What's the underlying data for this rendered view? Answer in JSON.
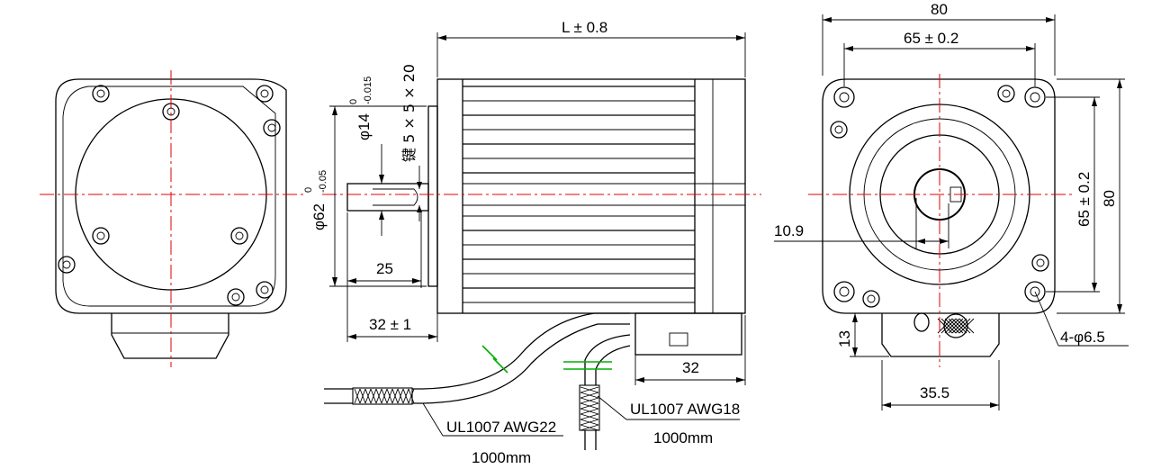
{
  "colors": {
    "outline": "#000000",
    "centerline": "#e00000",
    "ferrite": "#00b000"
  },
  "dimensions": {
    "length": "L ± 0.8",
    "width_80": "80",
    "bolt_65_top": "65 ± 0.2",
    "bolt_65_side": "65 ± 0.2",
    "height_80": "80",
    "shaft_dia": "φ14",
    "shaft_dia_tol_upper": "0",
    "shaft_dia_tol_lower": "-0.015",
    "key": "键 5 × 5 × 20",
    "pilot_dia": "φ62",
    "pilot_dia_tol_upper": "0",
    "pilot_dia_tol_lower": "-0.05",
    "key_len": "25",
    "shaft_len": "32 ± 1",
    "key_height": "10.9",
    "connector_len": "32",
    "connector_h": "13",
    "connector_w": "35.5",
    "holes": "4-φ6.5"
  },
  "cables": {
    "power_type": "UL1007 AWG22",
    "power_length": "1000mm",
    "signal_type": "UL1007 AWG18",
    "signal_length": "1000mm"
  }
}
